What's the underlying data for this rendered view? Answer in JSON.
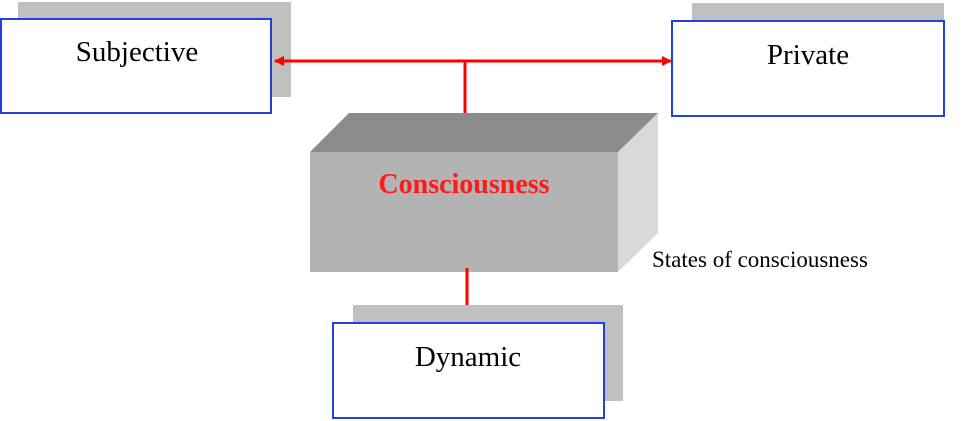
{
  "nodes": {
    "subjective": "Subjective",
    "private": "Private",
    "consciousness": "Consciousness",
    "dynamic": "Dynamic"
  },
  "annotation": "States of consciousness",
  "colors": {
    "box_border": "#2040e0",
    "shadow": "#c0c0c0",
    "connector": "#ff0000",
    "center_text": "#ff1a1a",
    "block_front": "#b3b3b3",
    "block_top": "#8c8c8c",
    "block_side": "#d9d9d9"
  }
}
